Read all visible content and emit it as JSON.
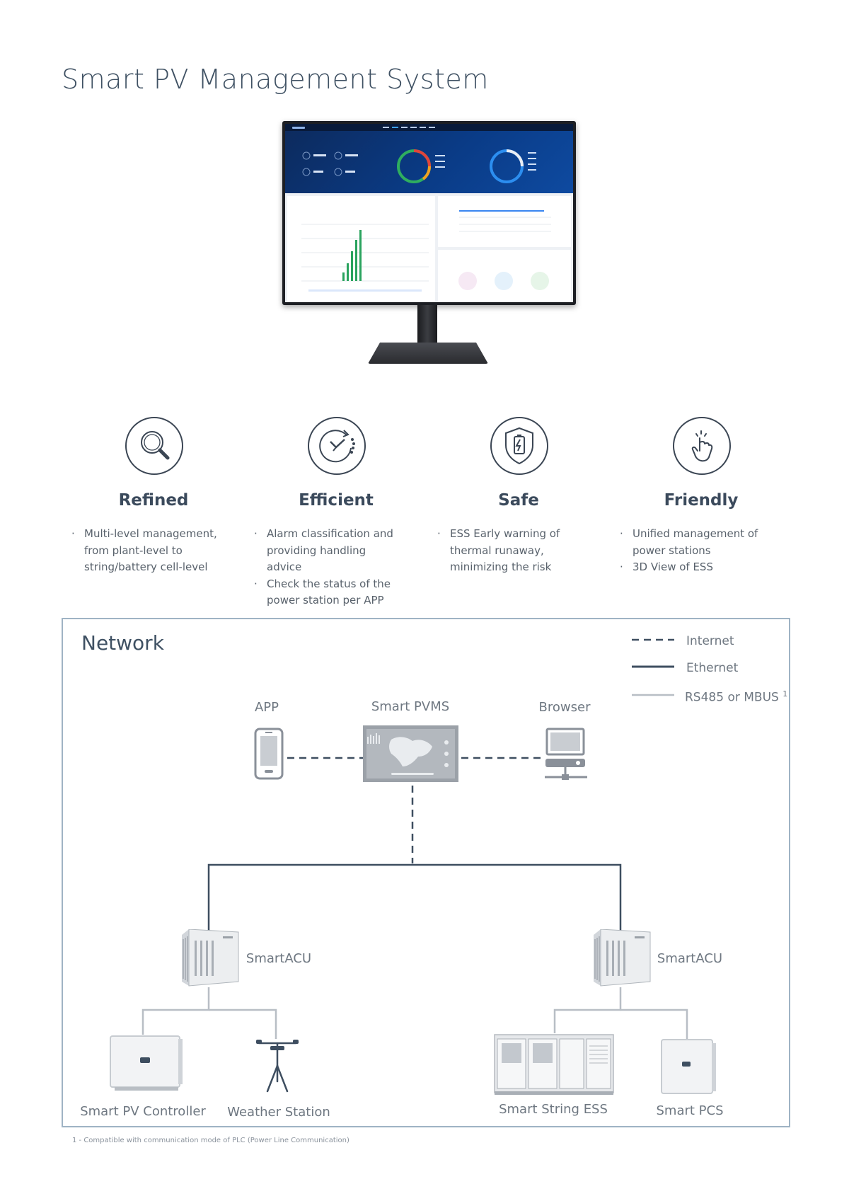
{
  "title": "Smart PV Management System",
  "features": [
    {
      "title": "Refined",
      "icon": "magnifier-icon",
      "points": [
        "Multi-level management, from plant-level to string/battery cell-level"
      ]
    },
    {
      "title": "Efficient",
      "icon": "clock-check-icon",
      "points": [
        "Alarm classification and providing handling advice",
        "Check the status of the power station per APP"
      ]
    },
    {
      "title": "Safe",
      "icon": "shield-battery-icon",
      "points": [
        "ESS Early warning of thermal runaway, minimizing the risk"
      ]
    },
    {
      "title": "Friendly",
      "icon": "hand-touch-icon",
      "points": [
        "Unified management of power stations",
        "3D View of ESS"
      ]
    }
  ],
  "network": {
    "title": "Network",
    "legend": [
      {
        "label": "Internet",
        "style": "dashed"
      },
      {
        "label": "Ethernet",
        "style": "solid"
      },
      {
        "label": "RS485 or MBUS",
        "sup": "1",
        "style": "light"
      }
    ],
    "nodes": {
      "app": "APP",
      "pvms": "Smart PVMS",
      "browser": "Browser",
      "acu_left": "SmartACU",
      "acu_right": "SmartACU",
      "pv_controller": "Smart PV Controller",
      "weather": "Weather Station",
      "ess": "Smart String ESS",
      "pcs": "Smart PCS"
    }
  },
  "footnote": "1 - Compatible with communication mode of PLC (Power Line Communication)",
  "colors": {
    "dark": "#3b4a5c",
    "line": "#3e4e60",
    "light_line": "#b8bec5",
    "border": "#9fb3c4",
    "accent": "#2a9d5c"
  }
}
